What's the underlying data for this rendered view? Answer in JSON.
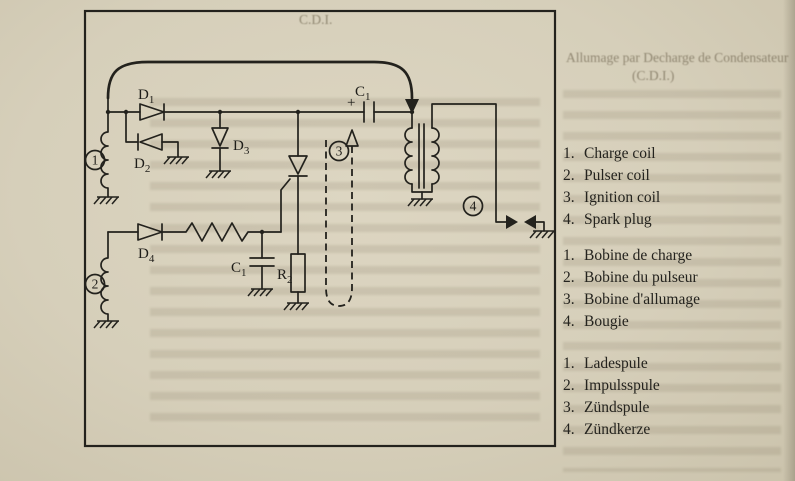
{
  "colors": {
    "paper": "#d6cfba",
    "ink": "#23221d",
    "ghost": "#585036"
  },
  "diagram": {
    "callouts": {
      "c1": "1",
      "c2": "2",
      "c3": "3",
      "c4": "4"
    },
    "labels": {
      "d1": {
        "m": "D",
        "s": "1"
      },
      "d2": {
        "m": "D",
        "s": "2"
      },
      "d3": {
        "m": "D",
        "s": "3"
      },
      "d4": {
        "m": "D",
        "s": "4"
      },
      "c1_top": {
        "m": "C",
        "s": "1"
      },
      "plus": "+",
      "c1_gate": {
        "m": "C",
        "s": "1"
      },
      "r2": {
        "m": "R",
        "s": "2"
      }
    }
  },
  "legend": {
    "english": [
      {
        "n": "1.",
        "t": "Charge coil"
      },
      {
        "n": "2.",
        "t": "Pulser coil"
      },
      {
        "n": "3.",
        "t": "Ignition coil"
      },
      {
        "n": "4.",
        "t": "Spark plug"
      }
    ],
    "french": [
      {
        "n": "1.",
        "t": "Bobine de charge"
      },
      {
        "n": "2.",
        "t": "Bobine du pulseur"
      },
      {
        "n": "3.",
        "t": "Bobine d'allumage"
      },
      {
        "n": "4.",
        "t": "Bougie"
      }
    ],
    "german": [
      {
        "n": "1.",
        "t": "Ladespule"
      },
      {
        "n": "2.",
        "t": "Impulsspule"
      },
      {
        "n": "3.",
        "t": "Zündspule"
      },
      {
        "n": "4.",
        "t": "Zündkerze"
      }
    ]
  },
  "ghost": {
    "top": "C.D.I.",
    "heading": "Allumage par Decharge de Condensateur",
    "subheading": "(C.D.I.)"
  }
}
